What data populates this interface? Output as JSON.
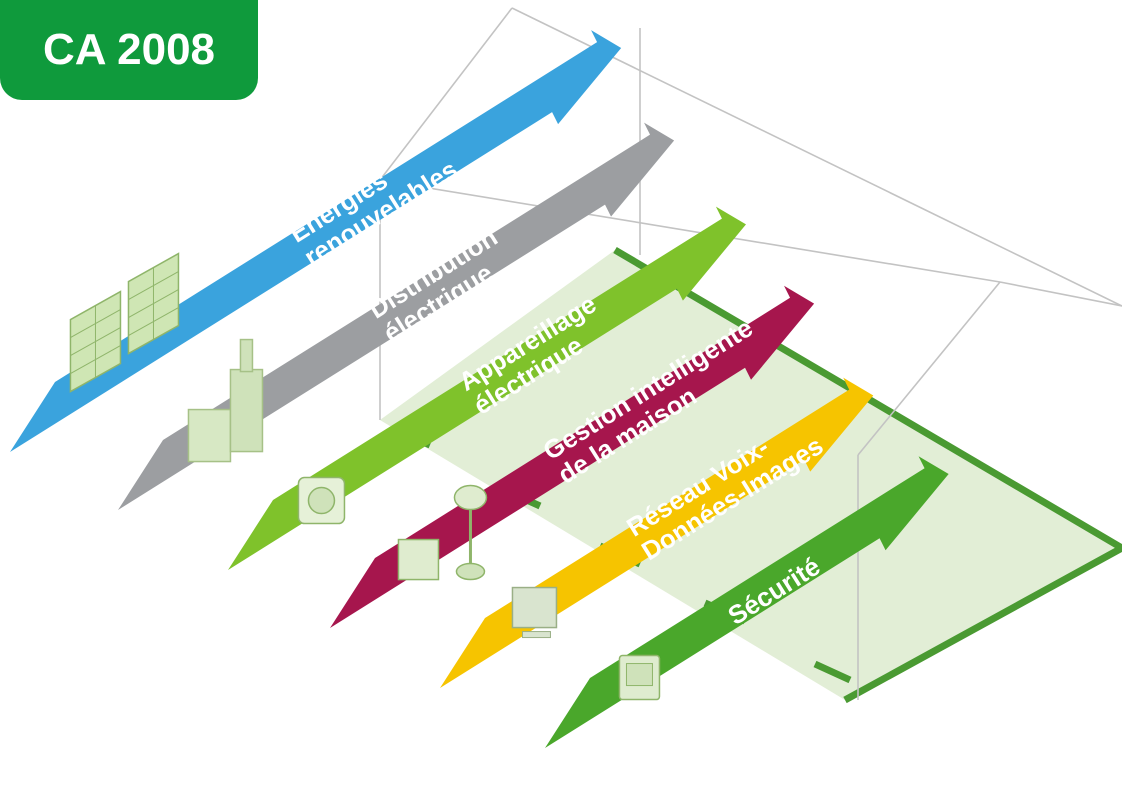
{
  "badge": {
    "label": "CA 2008",
    "color": "#0f9a3c"
  },
  "arrows": [
    {
      "lines": [
        "Energies",
        "renouvelables"
      ],
      "color": "#3aa3dd",
      "icon": "solar-panel-icon"
    },
    {
      "lines": [
        "Distribution",
        "électrique"
      ],
      "color": "#9c9ea1",
      "icon": "electrical-cabinet-icon"
    },
    {
      "lines": [
        "Appareillage",
        "électrique"
      ],
      "color": "#7fc22b",
      "icon": "power-socket-icon"
    },
    {
      "lines": [
        "Gestion intelligente",
        "de la maison"
      ],
      "color": "#a6164d",
      "icon": "thermostat-sensor-icon"
    },
    {
      "lines": [
        "Réseau Voix-",
        "Données-Images"
      ],
      "color": "#f6c400",
      "icon": "computer-screen-icon"
    },
    {
      "lines": [
        "Sécurité"
      ],
      "color": "#4aa72b",
      "icon": "security-panel-icon"
    }
  ],
  "house": {
    "floor_fill": "#e2eed6",
    "floor_edge": "#4a9a32",
    "outline": "#bdbdbd"
  }
}
